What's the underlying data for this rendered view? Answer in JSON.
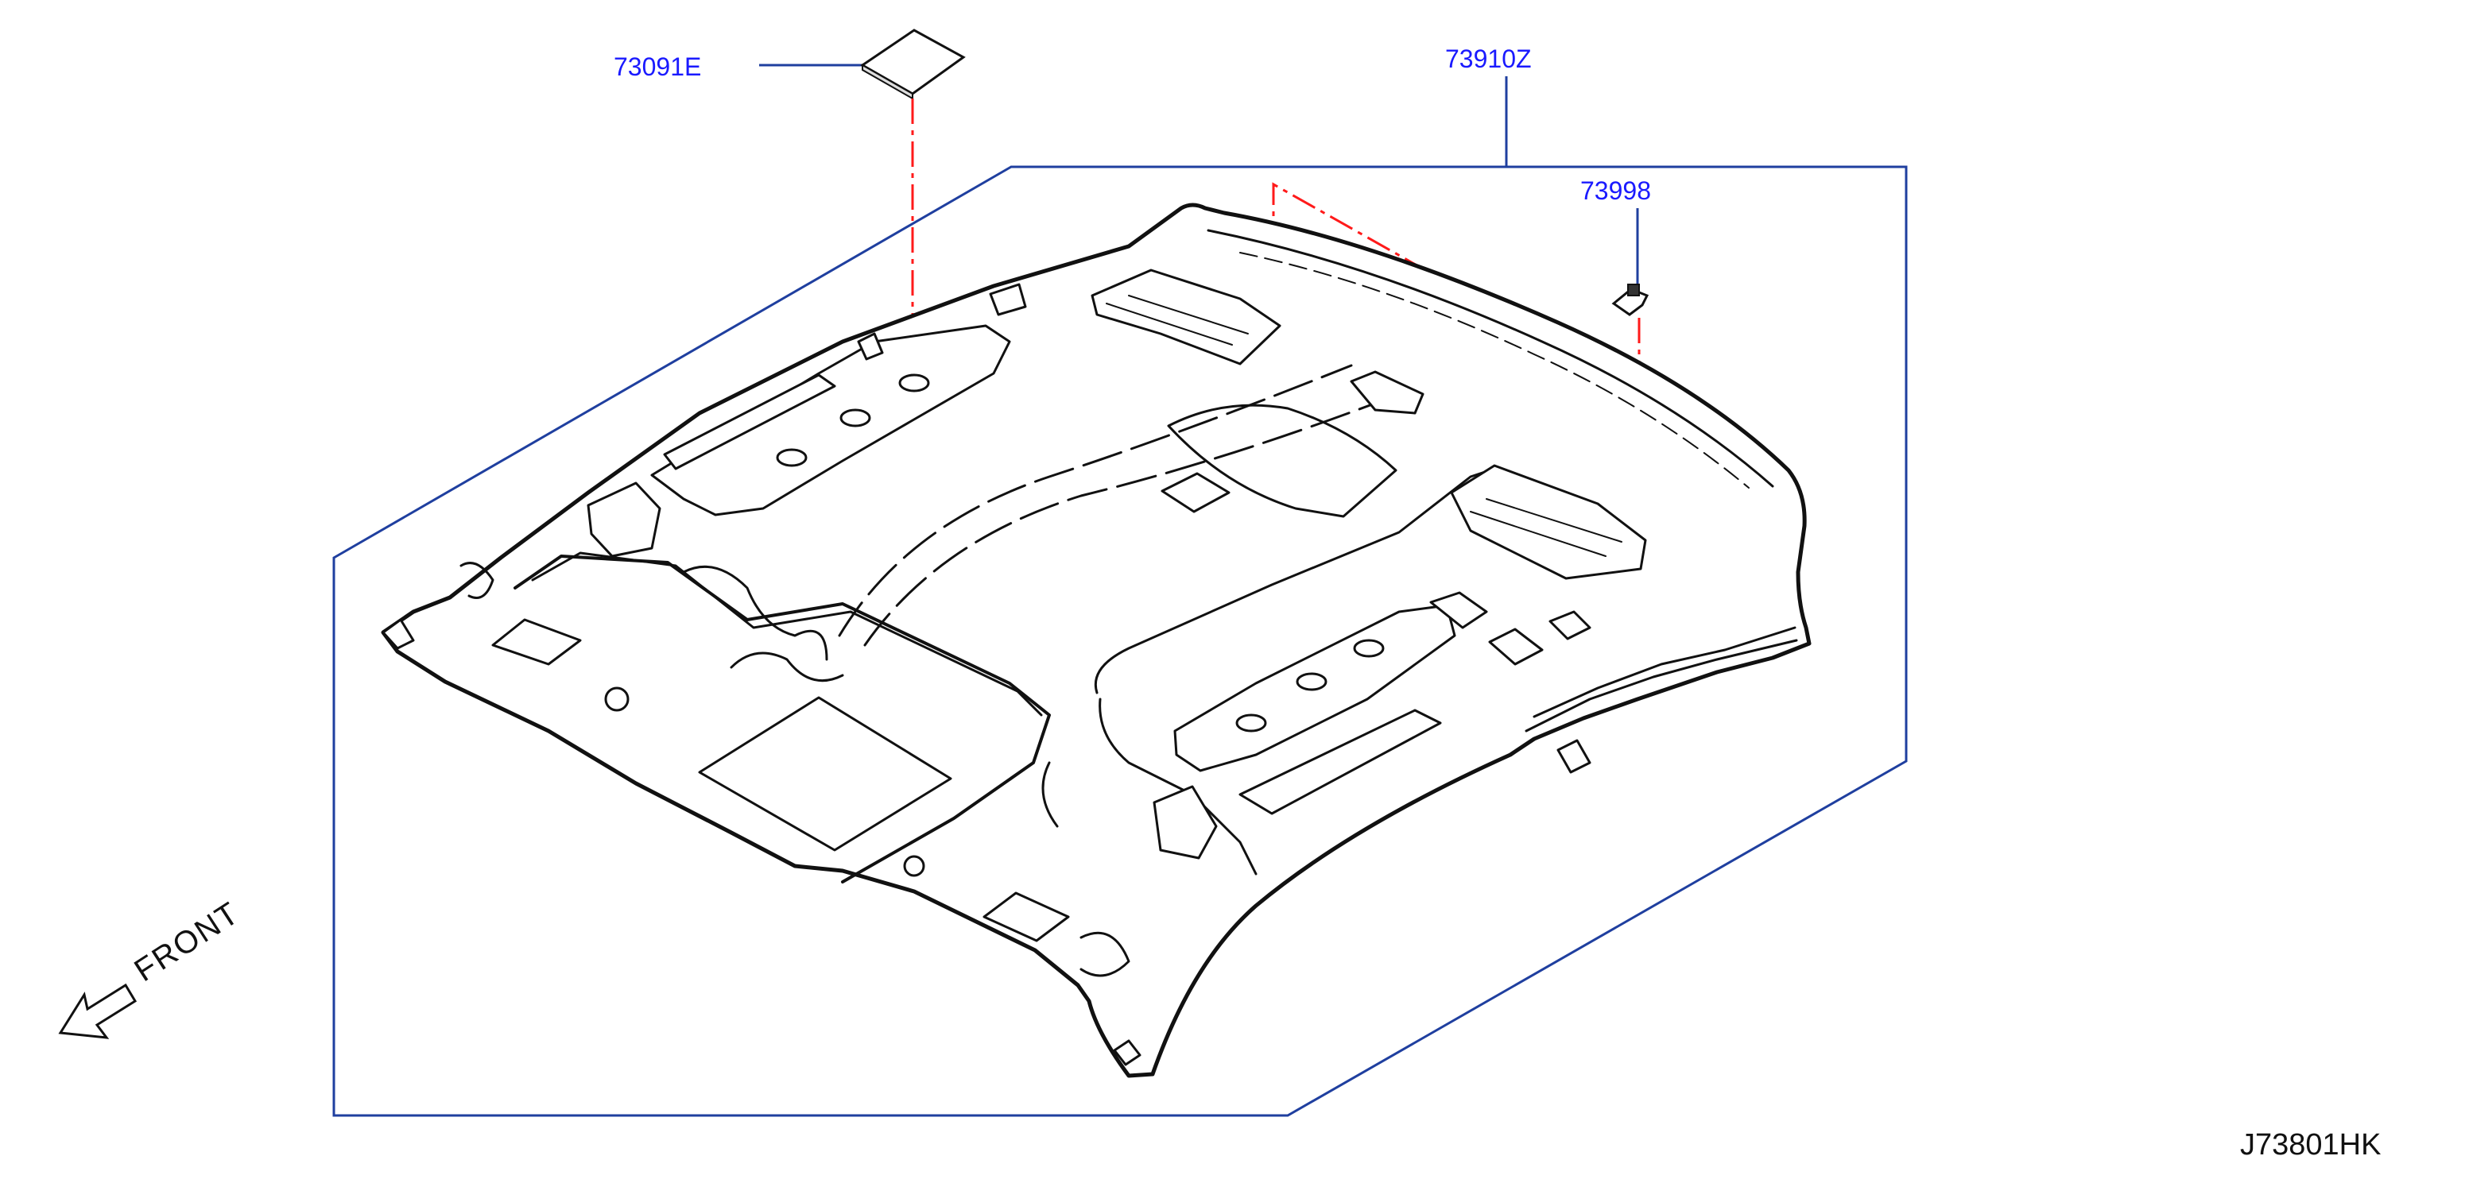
{
  "callouts": {
    "sunshade_pad": "73091E",
    "headlining_assy": "73910Z",
    "clip": "73998"
  },
  "orientation_label": "FRONT",
  "drawing_code": "J73801HK",
  "colors": {
    "callout_text": "#1a1aff",
    "leader_line": "#1f3f9f",
    "phantom_line": "#ff1a1a",
    "outline": "#111111",
    "background": "#ffffff"
  },
  "icons": {
    "front_arrow": "arrow-down-left-icon"
  }
}
